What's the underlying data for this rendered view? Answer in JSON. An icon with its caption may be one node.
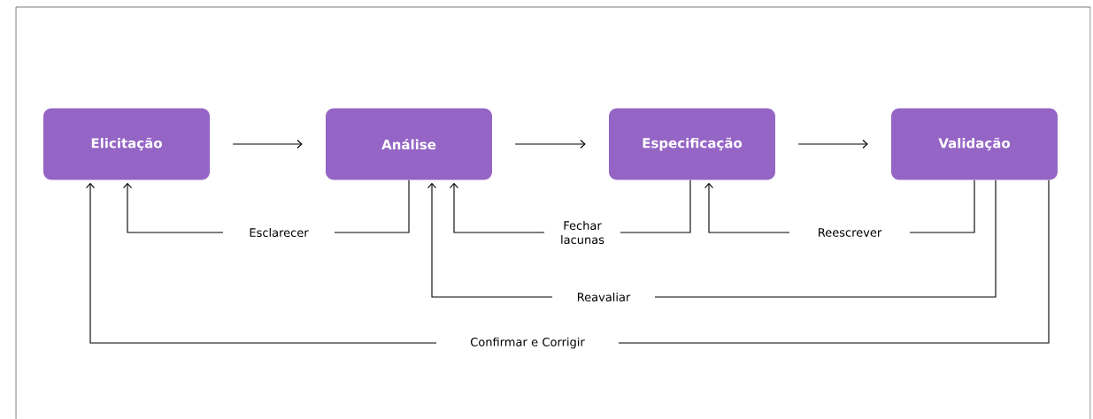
{
  "diagram": {
    "nodes": [
      {
        "text": [
          "Elicitação"
        ]
      },
      {
        "text": [
          "Análise"
        ]
      },
      {
        "text": [
          "Especificação"
        ]
      },
      {
        "text": [
          "Validação"
        ]
      }
    ],
    "edges": [
      {
        "from": 0,
        "to": 1,
        "arrow": "to"
      },
      {
        "from": 1,
        "to": 2,
        "arrow": "to"
      },
      {
        "from": 2,
        "to": 3,
        "arrow": "to"
      },
      {
        "from": 1,
        "to": 0,
        "arrow": "to",
        "label": "Esclarecer"
      },
      {
        "from": 2,
        "to": 1,
        "arrow": "to",
        "label": "Fechar lacunas"
      },
      {
        "from": 3,
        "to": 2,
        "arrow": "to",
        "label": "Reescrever"
      },
      {
        "from": 3,
        "to": 1,
        "arrow": "to",
        "label": "Reavaliar"
      },
      {
        "from": 3,
        "to": 0,
        "arrow": "to",
        "label": "Confirmar e Corrigir"
      }
    ]
  }
}
